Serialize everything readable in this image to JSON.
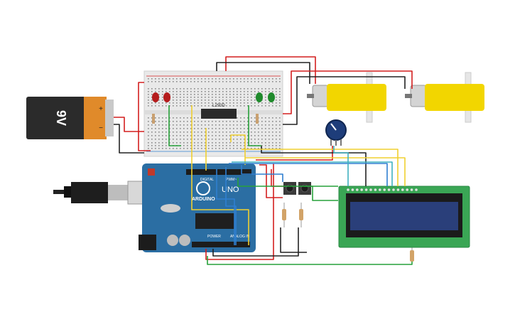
{
  "battery": {
    "label": "9V",
    "plus": "+",
    "minus": "−"
  },
  "driver_ic": {
    "label": "L293D"
  },
  "arduino": {
    "brand": "ARDUINO",
    "model": "UNO",
    "digital_label": "DIGITAL",
    "pwm_label": "PWM~",
    "power_label": "POWER",
    "analog_label": "ANALOG IN"
  },
  "colors": {
    "board_blue": "#2b6ea3",
    "breadboard": "#e9e9e9",
    "lcd_green": "#3aa655",
    "lcd_screen": "#2a3f7a",
    "motor_yellow": "#f2d600",
    "wire_red": "#d41f1f",
    "wire_black": "#222222",
    "wire_yellow": "#f0d030",
    "wire_green": "#27a13a",
    "wire_blue": "#2f7fd0",
    "wire_teal": "#3fb0c0"
  }
}
